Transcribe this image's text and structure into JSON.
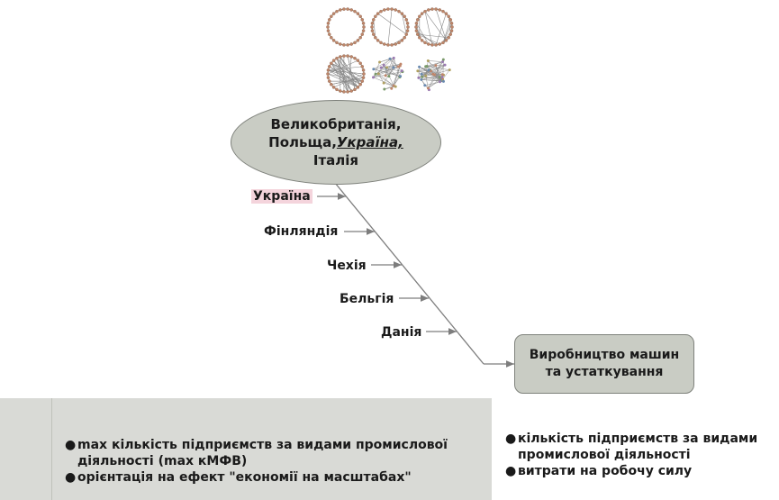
{
  "networks": [
    {
      "name": "ring-network",
      "kind": "ring"
    },
    {
      "name": "ring-few-chords-network",
      "kind": "ring-sparse"
    },
    {
      "name": "ring-many-chords-network",
      "kind": "ring-dense"
    },
    {
      "name": "dense-ring-network",
      "kind": "ring-full"
    },
    {
      "name": "scale-free-network",
      "kind": "cluster-small"
    },
    {
      "name": "random-network",
      "kind": "cluster-large"
    }
  ],
  "cluster": {
    "line1": "Великобританія,",
    "line2_prefix": "Польща,",
    "line2_ukraine": "Україна,",
    "line3": "Італія"
  },
  "countries": [
    "Україна",
    "Фінляндія",
    "Чехія",
    "Бельгія",
    "Данія"
  ],
  "target": {
    "line1": "Виробництво машин",
    "line2": "та устаткування"
  },
  "left_panel": {
    "item1_line1": "max кількість підприємств за видами промислової",
    "item1_line2": "діяльності (max кМФВ)",
    "item2": "орієнтація на ефект \"економії на масштабах\""
  },
  "right_list": {
    "item1_line1": "кількість підприємств за видами",
    "item1_line2": "промислової діяльності",
    "item2": "витрати на робочу силу"
  },
  "colors": {
    "shape_fill": "#c9ccc4",
    "panel_fill": "#d9dad6",
    "highlight": "#f4d4dc",
    "arrow": "#7d7d7d"
  }
}
